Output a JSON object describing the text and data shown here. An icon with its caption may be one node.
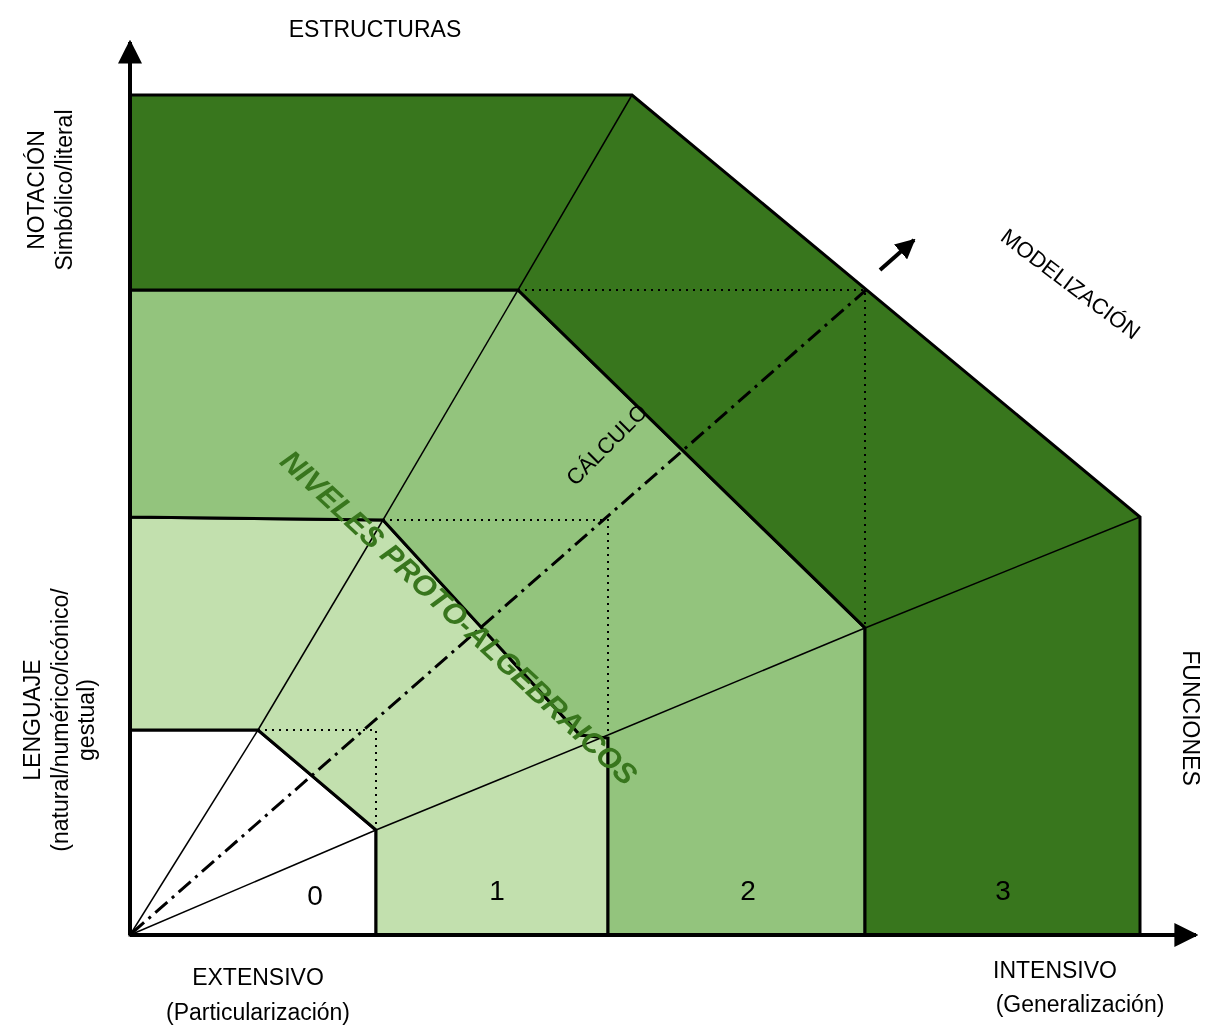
{
  "diagram": {
    "nodes": [
      {
        "text": [
          "0"
        ]
      },
      {
        "text": [
          "1"
        ]
      },
      {
        "text": [
          "2"
        ]
      },
      {
        "text": [
          "3"
        ]
      }
    ],
    "labels": [
      "ESTRUCTURAS",
      "NOTACIÓN",
      "Simbólico/literal",
      "MODELIZACIÓN",
      "CÁLCULO",
      "NIVELES PROTO-ALGEBRAICOS",
      "LENGUAJE",
      "(natural/numérico/icónico/ gestual)",
      "FUNCIONES",
      "EXTENSIVO",
      "(Particularización)",
      "INTENSIVO",
      "(Generalización)"
    ]
  }
}
